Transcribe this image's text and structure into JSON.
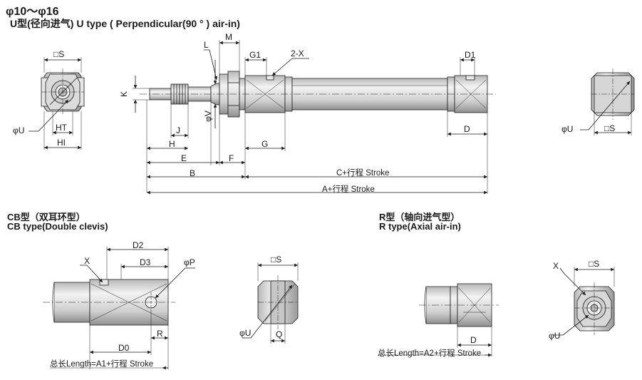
{
  "title": "φ10～φ16",
  "u_type": {
    "heading": "U型(径向进气)  U type ( Perpendicular(90 ° ) air-in)"
  },
  "cb_type": {
    "heading_cn": "CB型（双耳环型）",
    "heading_en": "CB type(Double clevis)"
  },
  "r_type": {
    "heading_cn": "R型（轴向进气型）",
    "heading_en": "R type(Axial air-in)"
  },
  "labels": {
    "S": "S",
    "U": "φU",
    "HT": "HT",
    "HI": "HI",
    "M": "M",
    "L": "L",
    "G1": "G1",
    "twoX": "2-X",
    "D1": "D1",
    "K": "K",
    "V": "φV",
    "J": "J",
    "H": "H",
    "E": "E",
    "F": "F",
    "G": "G",
    "D": "D",
    "B": "B",
    "C_stroke": "C+行程 Stroke",
    "A_stroke": "A+行程 Stroke",
    "D2": "D2",
    "D3": "D3",
    "X": "X",
    "P": "φP",
    "R": "R",
    "D0": "D0",
    "A1_length": "总长Length=A1+行程 Stroke",
    "Q": "Q",
    "A2_length": "总长Length=A2+行程 Stroke"
  },
  "colors": {
    "line": "#1a1a1a",
    "body_fill": "#d4d4d4",
    "body_dark": "#9c9c9c",
    "highlight": "#f2f2f2"
  }
}
